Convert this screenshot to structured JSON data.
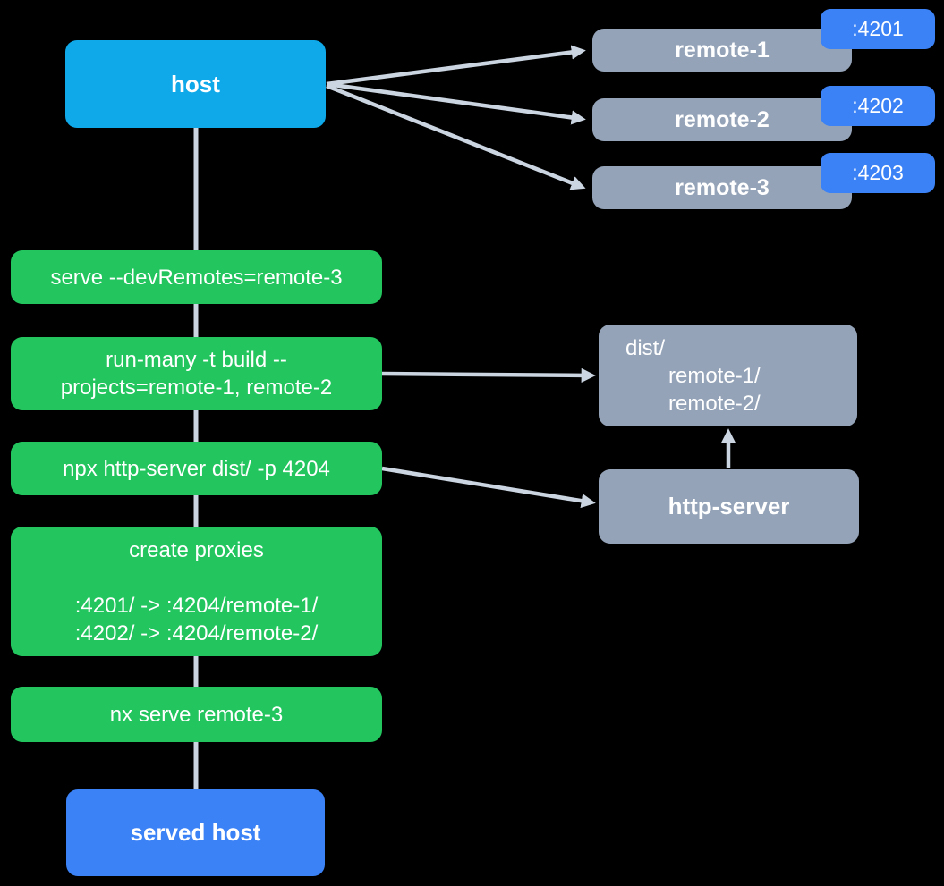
{
  "diagram_title": "host serve with static remotes flow",
  "colors": {
    "background": "#000000",
    "host_box": "#0FA9E9",
    "remote_box": "#94A3B8",
    "port_badge": "#3B82F6",
    "step_box": "#22C55E",
    "served_host_box": "#3B82F6",
    "connector": "#CBD5E1"
  },
  "host": {
    "label": "host"
  },
  "remotes": [
    {
      "label": "remote-1",
      "port": ":4201"
    },
    {
      "label": "remote-2",
      "port": ":4202"
    },
    {
      "label": "remote-3",
      "port": ":4203"
    }
  ],
  "steps": [
    {
      "label": "serve --devRemotes=remote-3"
    },
    {
      "label": "run-many -t build --\nprojects=remote-1, remote-2"
    },
    {
      "label": "npx http-server dist/ -p 4204"
    },
    {
      "label": "create proxies\n\n:4201/ -> :4204/remote-1/\n:4202/ -> :4204/remote-2/"
    },
    {
      "label": "nx serve remote-3"
    }
  ],
  "served_host": {
    "label": "served host"
  },
  "dist_box": {
    "line1": "dist/",
    "entries": [
      "remote-1/",
      "remote-2/"
    ]
  },
  "http_server": {
    "label": "http-server"
  }
}
